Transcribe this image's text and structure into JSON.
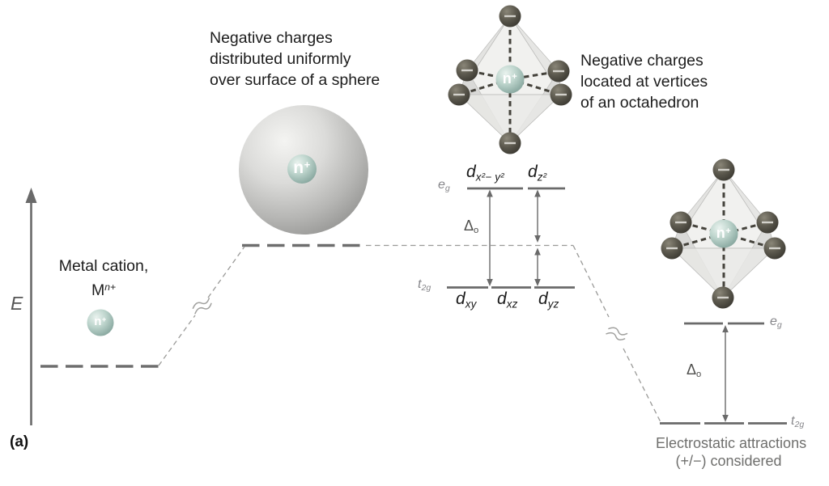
{
  "panel": {
    "label": "(a)"
  },
  "axis": {
    "label": "E"
  },
  "free_ion": {
    "caption_line1": "Metal cation,",
    "caption_symbol": "M",
    "caption_charge": "n+",
    "ion": {
      "base": "n",
      "charge": "+"
    }
  },
  "sphere_model": {
    "caption_lines": [
      "Negative charges",
      "distributed uniformly",
      "over surface of a sphere"
    ],
    "ion": {
      "base": "n",
      "charge": "+"
    }
  },
  "octahedron_model": {
    "caption_lines": [
      "Negative charges",
      "located at vertices",
      "of an octahedron"
    ],
    "ion": {
      "base": "n",
      "charge": "+"
    },
    "charge_symbol": "−"
  },
  "octahedral_splitting": {
    "eg": {
      "base": "e",
      "sub": "g"
    },
    "t2g": {
      "base": "t",
      "sub": "2g"
    },
    "delta": {
      "base": "Δ",
      "sub": "o"
    },
    "upper_orbitals": [
      {
        "base": "d",
        "sub": "x²− y²"
      },
      {
        "base": "d",
        "sub": "z²"
      }
    ],
    "lower_orbitals": [
      {
        "base": "d",
        "sub": "xy"
      },
      {
        "base": "d",
        "sub": "xz"
      },
      {
        "base": "d",
        "sub": "yz"
      }
    ]
  },
  "electrostatic_diagram": {
    "eg": {
      "base": "e",
      "sub": "g"
    },
    "t2g": {
      "base": "t",
      "sub": "2g"
    },
    "delta": {
      "base": "Δ",
      "sub": "o"
    },
    "ion": {
      "base": "n",
      "charge": "+"
    },
    "caption_lines": [
      "Electrostatic attractions",
      "(+/−) considered"
    ]
  },
  "colors": {
    "level_line": "#6e6e6e",
    "thin_dash": "#9a9a98",
    "text_dark": "#1b1b1b",
    "text_gray": "#6f6f6d",
    "teal_sphere": "#8fada5",
    "gray_sphere": "#c6c6c4",
    "charge_sphere": "#3b3933"
  }
}
